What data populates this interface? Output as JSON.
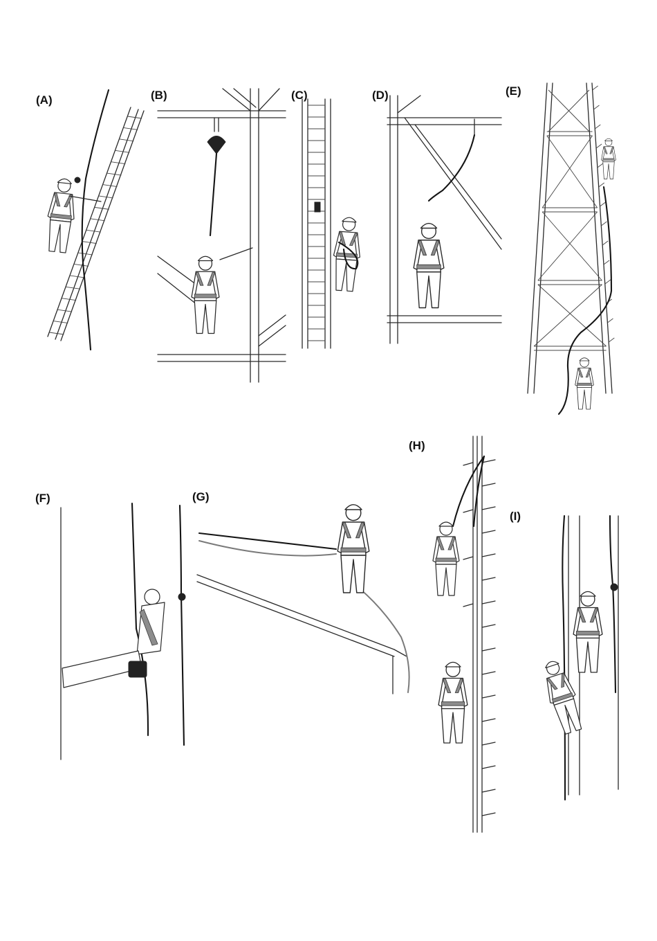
{
  "panels": [
    {
      "id": "A",
      "label": "(A)"
    },
    {
      "id": "B",
      "label": "(B)"
    },
    {
      "id": "C",
      "label": "(C)"
    },
    {
      "id": "D",
      "label": "(D)"
    },
    {
      "id": "E",
      "label": "(E)"
    },
    {
      "id": "F",
      "label": "(F)"
    },
    {
      "id": "G",
      "label": "(G)"
    },
    {
      "id": "H",
      "label": "(H)"
    },
    {
      "id": "I",
      "label": "(I)"
    }
  ],
  "colors": {
    "line": "#2a2a2a",
    "harness": "#8c8c8c",
    "rope": "#151515",
    "background": "#ffffff"
  }
}
